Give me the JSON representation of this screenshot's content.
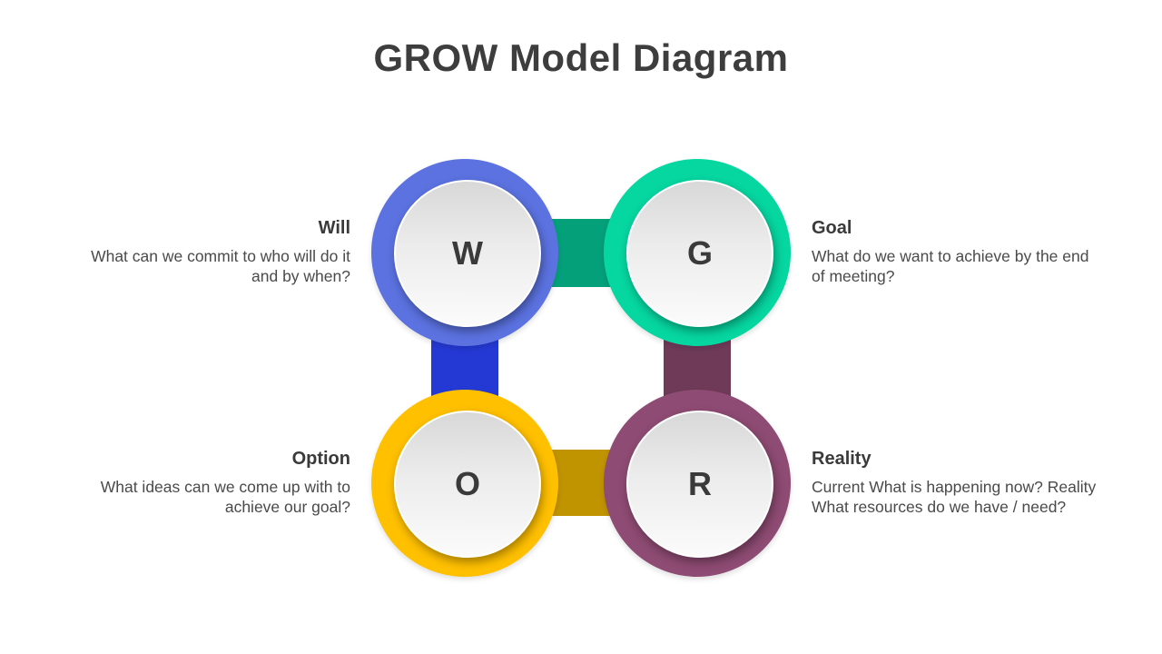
{
  "title": "GROW Model Diagram",
  "colors": {
    "will": "#5b72e0",
    "goal": "#06d6a0",
    "option": "#ffc000",
    "reality": "#8e4b73",
    "connector_top": "#04a07a",
    "connector_left": "#2439d3",
    "connector_right": "#6e3a58",
    "connector_bottom": "#c09300"
  },
  "stages": {
    "will": {
      "letter": "W",
      "heading": "Will",
      "desc_line1": "What can we commit to who will do it",
      "desc_line2": "and by when?"
    },
    "goal": {
      "letter": "G",
      "heading": "Goal",
      "desc_line1": "What do we want to achieve by the end",
      "desc_line2": "of meeting?"
    },
    "option": {
      "letter": "O",
      "heading": "Option",
      "desc_line1": "What ideas can we come up with to",
      "desc_line2": "achieve our goal?"
    },
    "reality": {
      "letter": "R",
      "heading": "Reality",
      "desc_line1": "Current What is happening now? Reality",
      "desc_line2": "What resources do we have / need?"
    }
  }
}
